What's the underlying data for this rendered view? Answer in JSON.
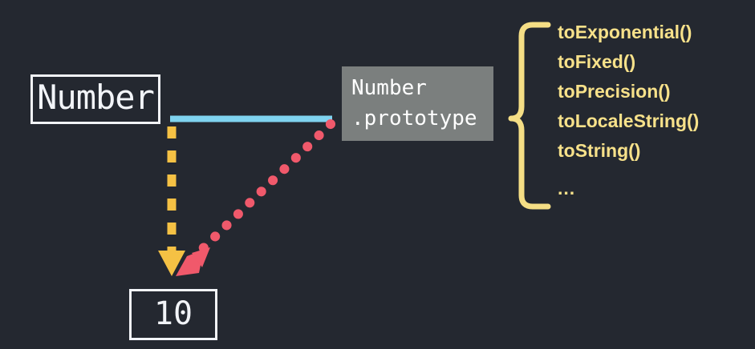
{
  "diagram": {
    "title": "JavaScript Number prototype chain diagram",
    "background_color": "#242830",
    "constructor_box": {
      "label": "Number",
      "text_color": "#F2F4F8",
      "border_color": "#F2F4F8"
    },
    "prototype_box": {
      "line1": "Number",
      "line2": ".prototype",
      "background_color": "#7B7F7E",
      "text_color": "#FFFFFF"
    },
    "instance_box": {
      "label": "10",
      "text_color": "#F2F4F8",
      "border_color": "#F2F4F8"
    },
    "connector_solid": {
      "name": "prototype-link",
      "color": "#7FD3EF",
      "style": "solid"
    },
    "connector_dashed": {
      "name": "instantiation-link",
      "color": "#F5C144",
      "style": "dashed",
      "arrow": "down"
    },
    "connector_dotted": {
      "name": "proto-lookup-link",
      "color": "#F0596B",
      "style": "dotted",
      "arrow": "down-left"
    },
    "brace": {
      "color": "#F5DE85",
      "orientation": "left-opening"
    },
    "methods": [
      "toExponential()",
      "toFixed()",
      "toPrecision()",
      "toLocaleString()",
      "toString()",
      "..."
    ],
    "method_text_color": "#F7E18A"
  }
}
